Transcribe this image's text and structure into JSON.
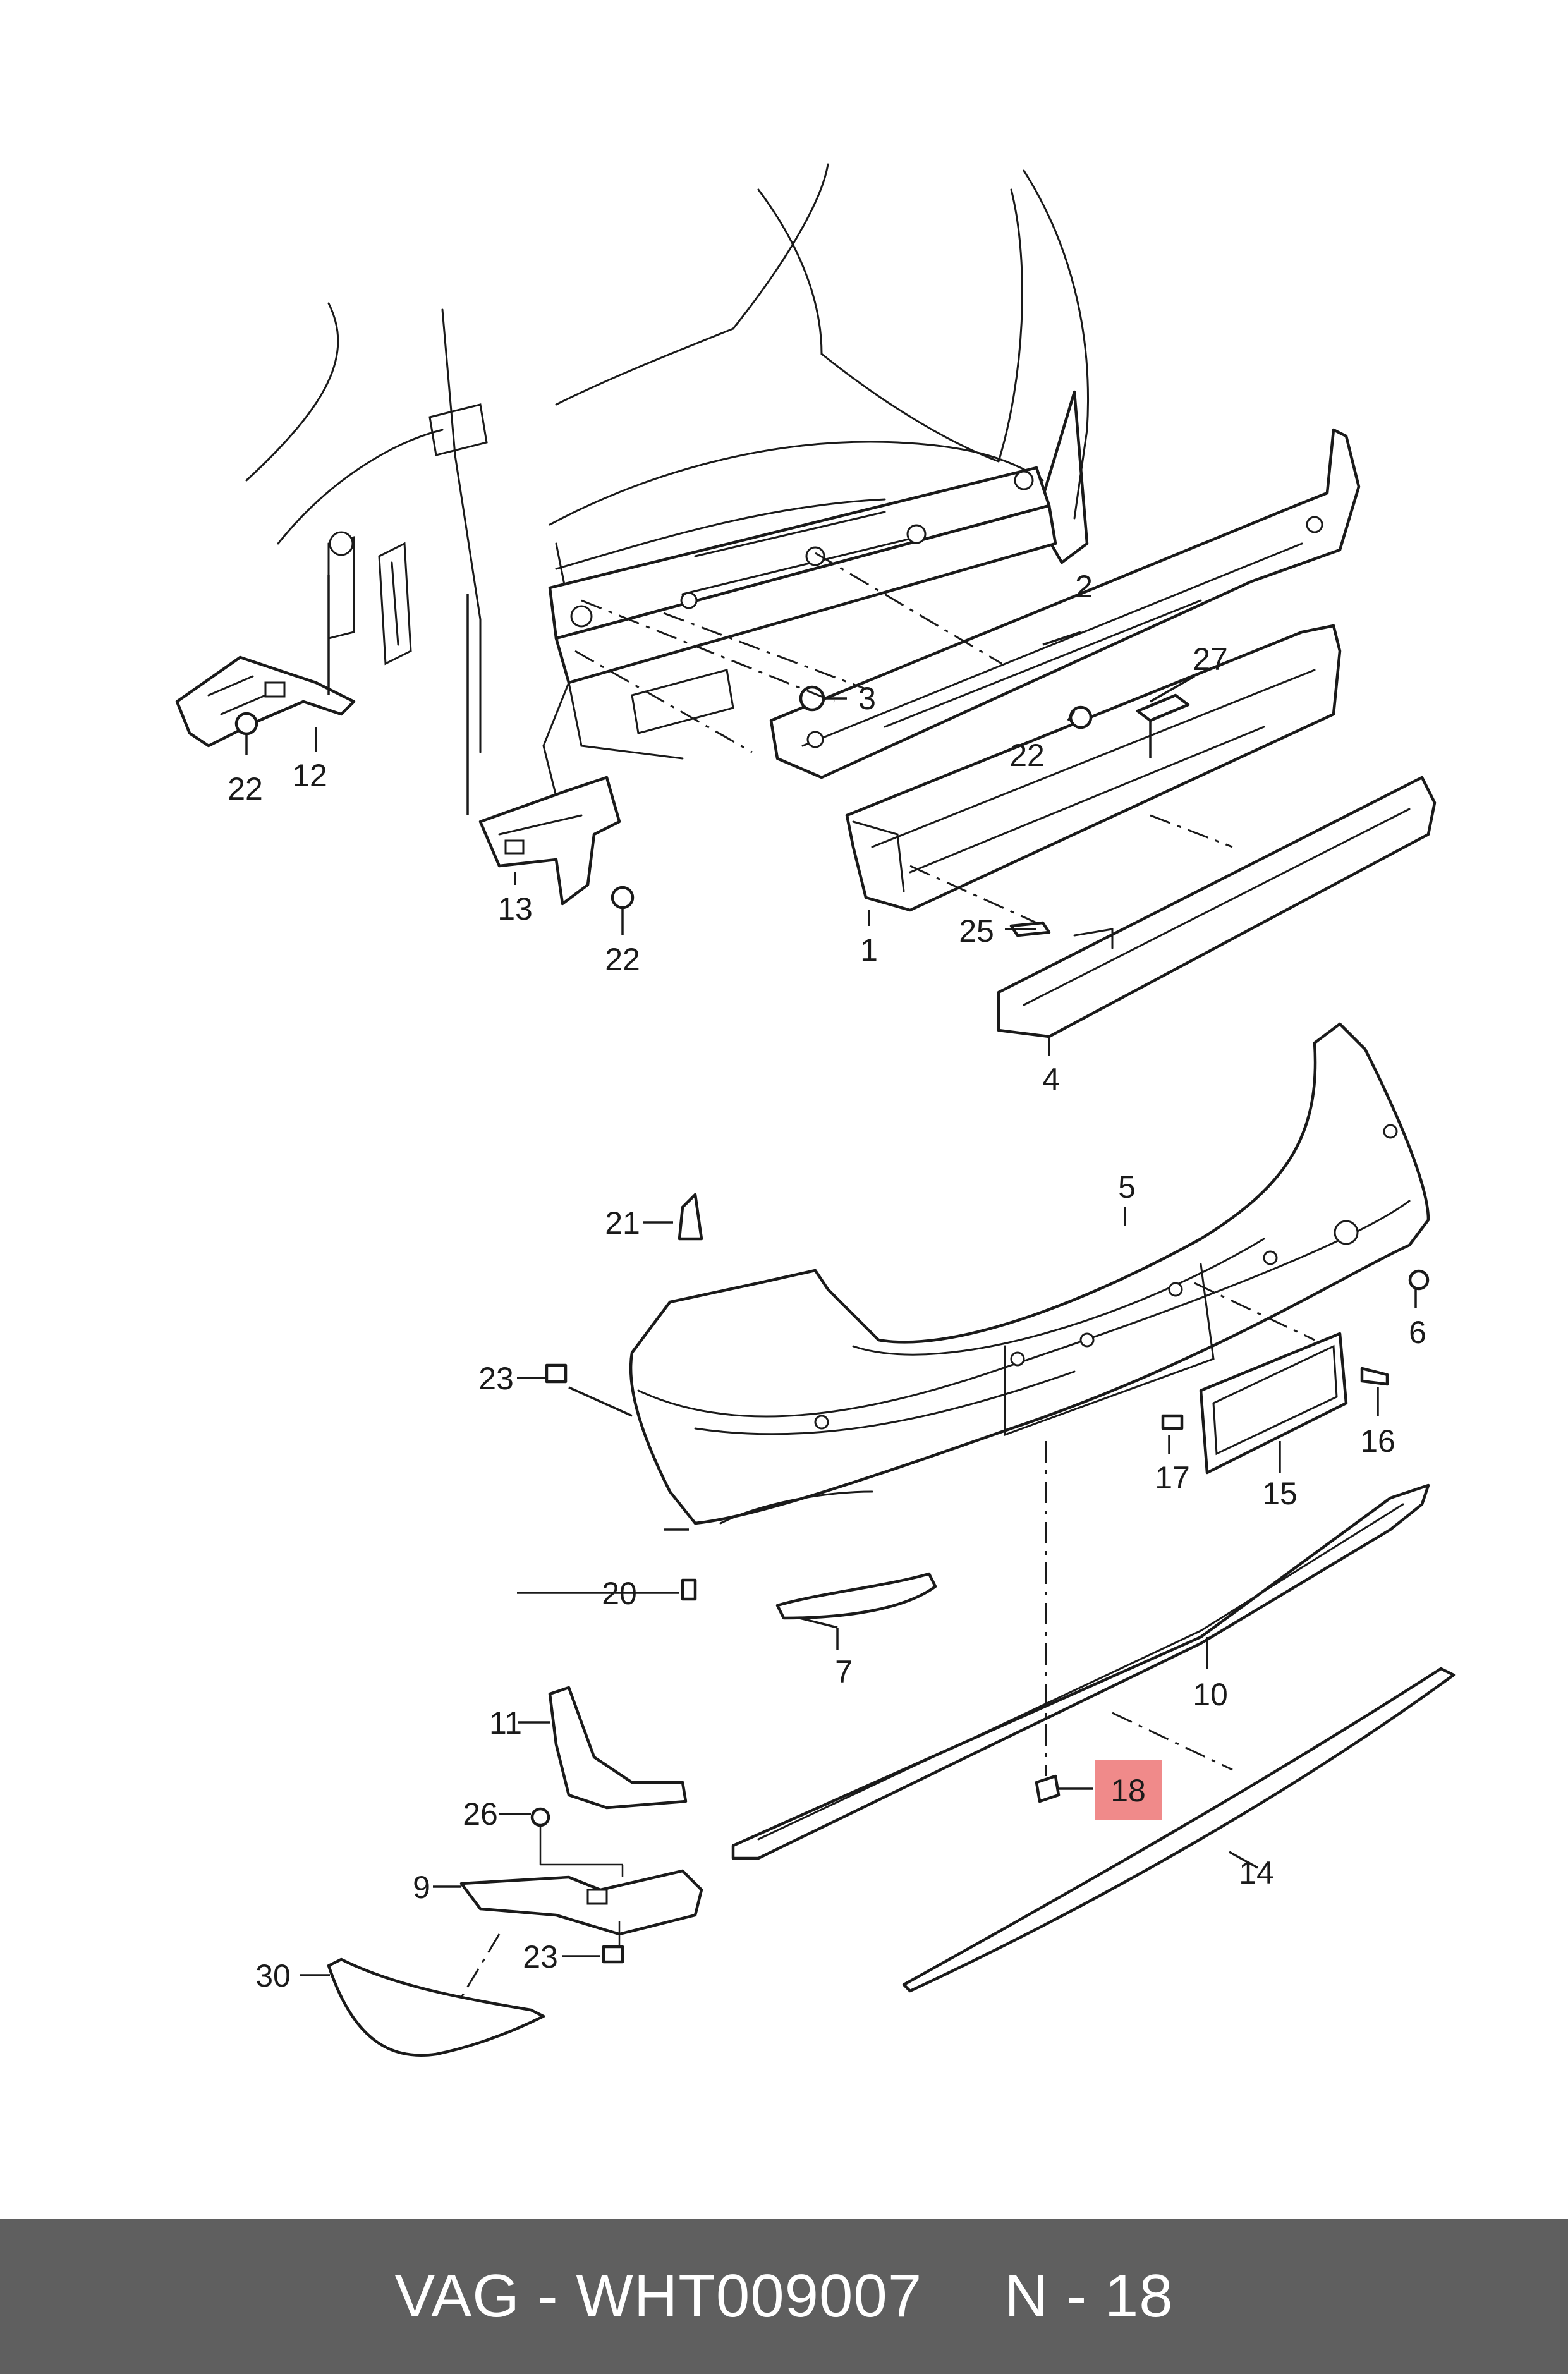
{
  "diagram": {
    "highlight_color": "#f08a8a",
    "highlighted_part": "18",
    "callouts": [
      {
        "id": "c1",
        "label": "1"
      },
      {
        "id": "c2",
        "label": "2"
      },
      {
        "id": "c3",
        "label": "3"
      },
      {
        "id": "c4",
        "label": "4"
      },
      {
        "id": "c5",
        "label": "5"
      },
      {
        "id": "c6",
        "label": "6"
      },
      {
        "id": "c7",
        "label": "7"
      },
      {
        "id": "c9",
        "label": "9"
      },
      {
        "id": "c10",
        "label": "10"
      },
      {
        "id": "c11",
        "label": "11"
      },
      {
        "id": "c12",
        "label": "12"
      },
      {
        "id": "c13",
        "label": "13"
      },
      {
        "id": "c14",
        "label": "14"
      },
      {
        "id": "c15",
        "label": "15"
      },
      {
        "id": "c16",
        "label": "16"
      },
      {
        "id": "c17",
        "label": "17"
      },
      {
        "id": "c18",
        "label": "18"
      },
      {
        "id": "c20",
        "label": "20"
      },
      {
        "id": "c21",
        "label": "21"
      },
      {
        "id": "c22a",
        "label": "22"
      },
      {
        "id": "c22b",
        "label": "22"
      },
      {
        "id": "c22c",
        "label": "22"
      },
      {
        "id": "c23a",
        "label": "23"
      },
      {
        "id": "c23b",
        "label": "23"
      },
      {
        "id": "c25",
        "label": "25"
      },
      {
        "id": "c26",
        "label": "26"
      },
      {
        "id": "c27",
        "label": "27"
      },
      {
        "id": "c30",
        "label": "30"
      }
    ]
  },
  "footer": {
    "brand_part": "VAG - WHT009007",
    "position": "N - 18",
    "background": "#5f5f5f"
  }
}
